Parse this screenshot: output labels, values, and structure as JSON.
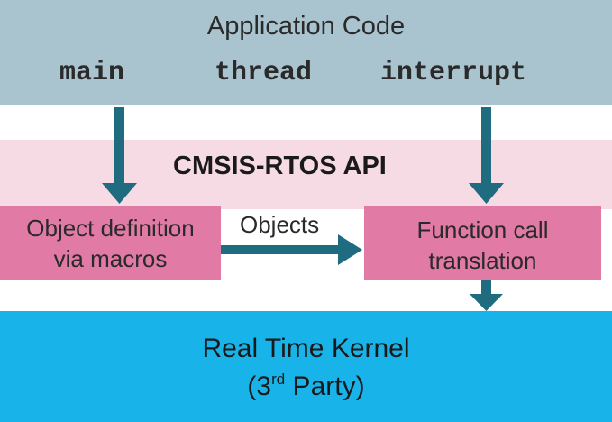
{
  "application": {
    "title": "Application Code",
    "code_items": [
      "main",
      "thread",
      "interrupt"
    ]
  },
  "api": {
    "title": "CMSIS-RTOS API"
  },
  "object_definition_box": {
    "line1": "Object definition",
    "line2": "via macros"
  },
  "function_call_box": {
    "line1": "Function call",
    "line2": "translation"
  },
  "connector_label": "Objects",
  "kernel": {
    "line1": "Real Time Kernel",
    "line2_prefix": "(3",
    "line2_superscript": "rd",
    "line2_suffix": " Party)"
  },
  "colors": {
    "application_band": "#a9c3cf",
    "api_band": "#f6dbe5",
    "boxes": "#e17aa5",
    "kernel_band": "#18b3e8",
    "arrows": "#1f6b80"
  }
}
